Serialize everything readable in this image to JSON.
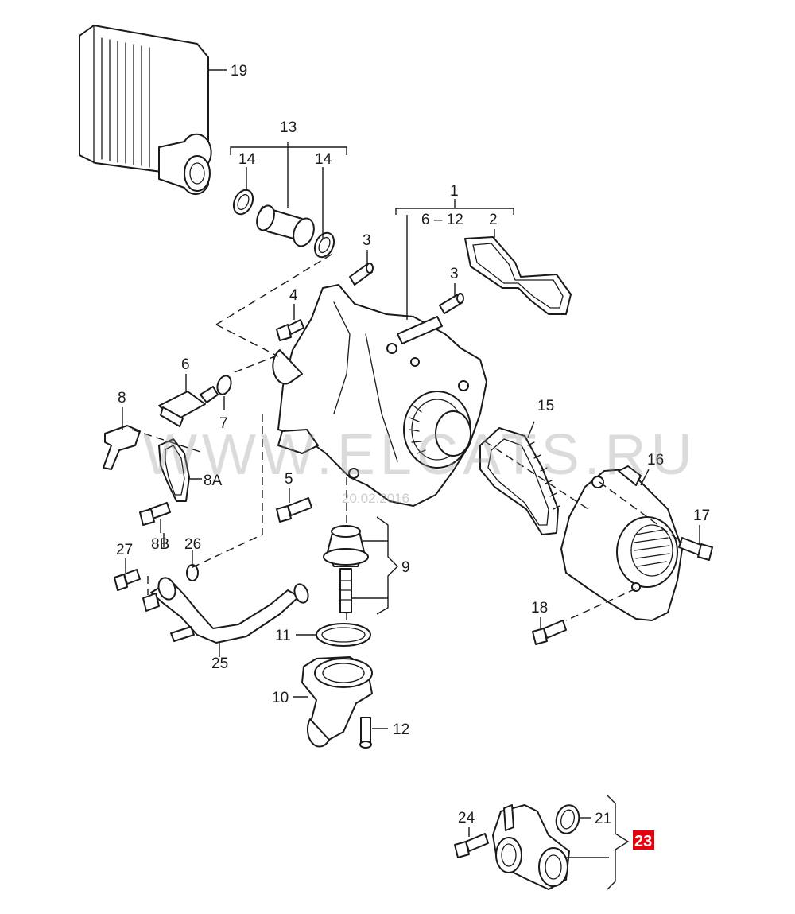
{
  "watermark": {
    "main": "WWW.ELCATS.RU",
    "code": "20.02.2016"
  },
  "callouts": {
    "c1": "1",
    "c2": "2",
    "c3a": "3",
    "c3b": "3",
    "c4": "4",
    "c5": "5",
    "c6": "6",
    "c6_12": "6 – 12",
    "c7": "7",
    "c8": "8",
    "c8a": "8A",
    "c8b": "8B",
    "c9": "9",
    "c10": "10",
    "c11": "11",
    "c12": "12",
    "c13": "13",
    "c14a": "14",
    "c14b": "14",
    "c15": "15",
    "c16": "16",
    "c17": "17",
    "c18": "18",
    "c19": "19",
    "c21": "21",
    "c24": "24",
    "c25": "25",
    "c26": "26",
    "c27": "27",
    "c23": "23"
  },
  "colors": {
    "line": "#1a1a1a",
    "badge": "#e8000d",
    "watermark": "#9a9a9a"
  }
}
